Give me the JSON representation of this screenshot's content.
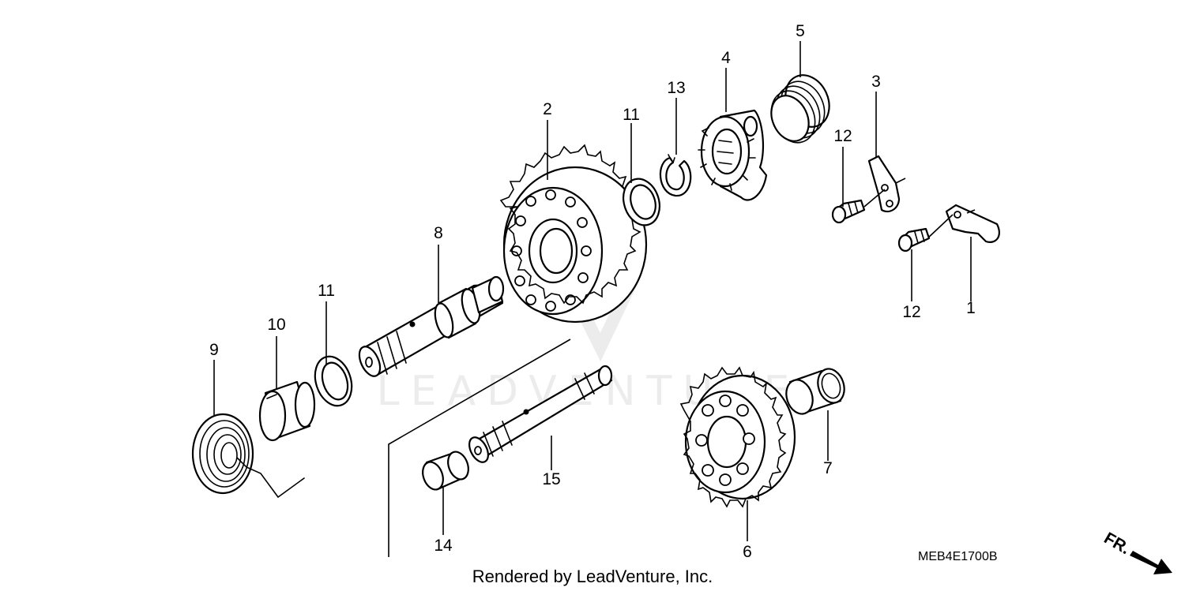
{
  "watermark": "LEADVENTURE",
  "diagram_code": "MEB4E1700B",
  "footer": "Rendered by LeadVenture, Inc.",
  "front_indicator": "FR.",
  "callouts": {
    "c1": "1",
    "c2": "2",
    "c3": "3",
    "c4": "4",
    "c5": "5",
    "c6": "6",
    "c7": "7",
    "c8": "8",
    "c9": "9",
    "c10": "10",
    "c11a": "11",
    "c11b": "11",
    "c12a": "12",
    "c12b": "12",
    "c13": "13",
    "c14": "14",
    "c15": "15"
  }
}
